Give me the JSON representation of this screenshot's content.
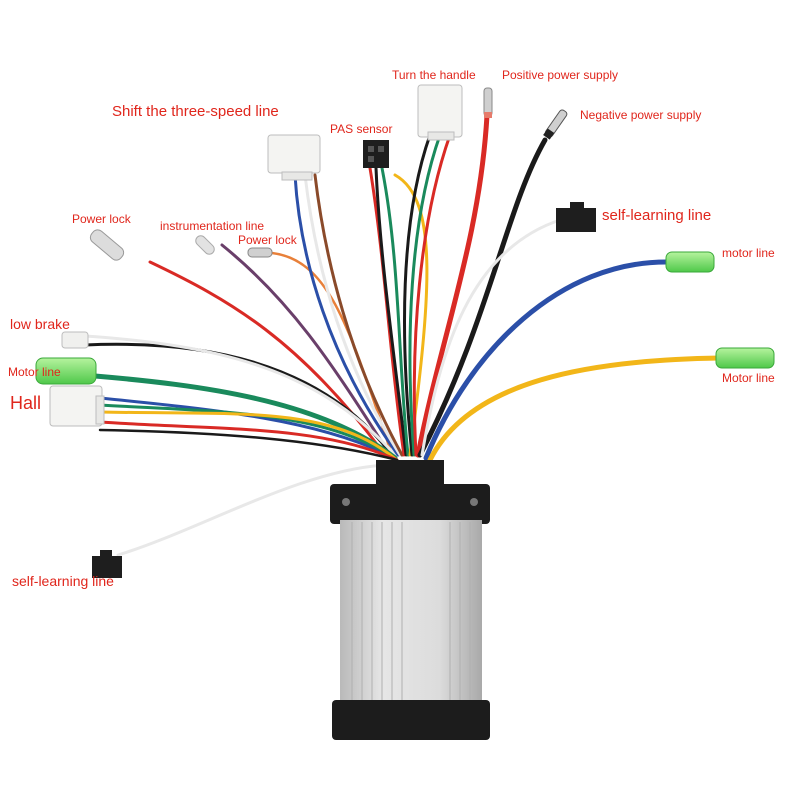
{
  "labels": {
    "turn_handle": "Turn the handle",
    "positive_power": "Positive power supply",
    "negative_power": "Negative power supply",
    "three_speed": "Shift the three-speed line",
    "pas_sensor": "PAS sensor",
    "self_learning_right": "self-learning line",
    "power_lock_left": "Power lock",
    "instrumentation": "instrumentation line",
    "power_lock_mid": "Power lock",
    "motor_line_right_top": "motor line",
    "low_brake": "low brake",
    "motor_line_left": "Motor line",
    "hall": "Hall",
    "motor_line_right_bottom": "Motor line",
    "self_learning_bottom": "self-learning line"
  },
  "colors": {
    "label": "#e0261c",
    "wire_red": "#d92a25",
    "wire_black": "#1a1a1a",
    "wire_blue": "#2b4fa8",
    "wire_yellow": "#f2b619",
    "wire_green": "#1a8a5c",
    "wire_white": "#e8e8e8",
    "wire_brown": "#8a4a2a",
    "wire_purple": "#6a3f6a",
    "wire_orange": "#e8803a",
    "connector_green": "#7be06a",
    "housing": "#d8d8d8"
  }
}
